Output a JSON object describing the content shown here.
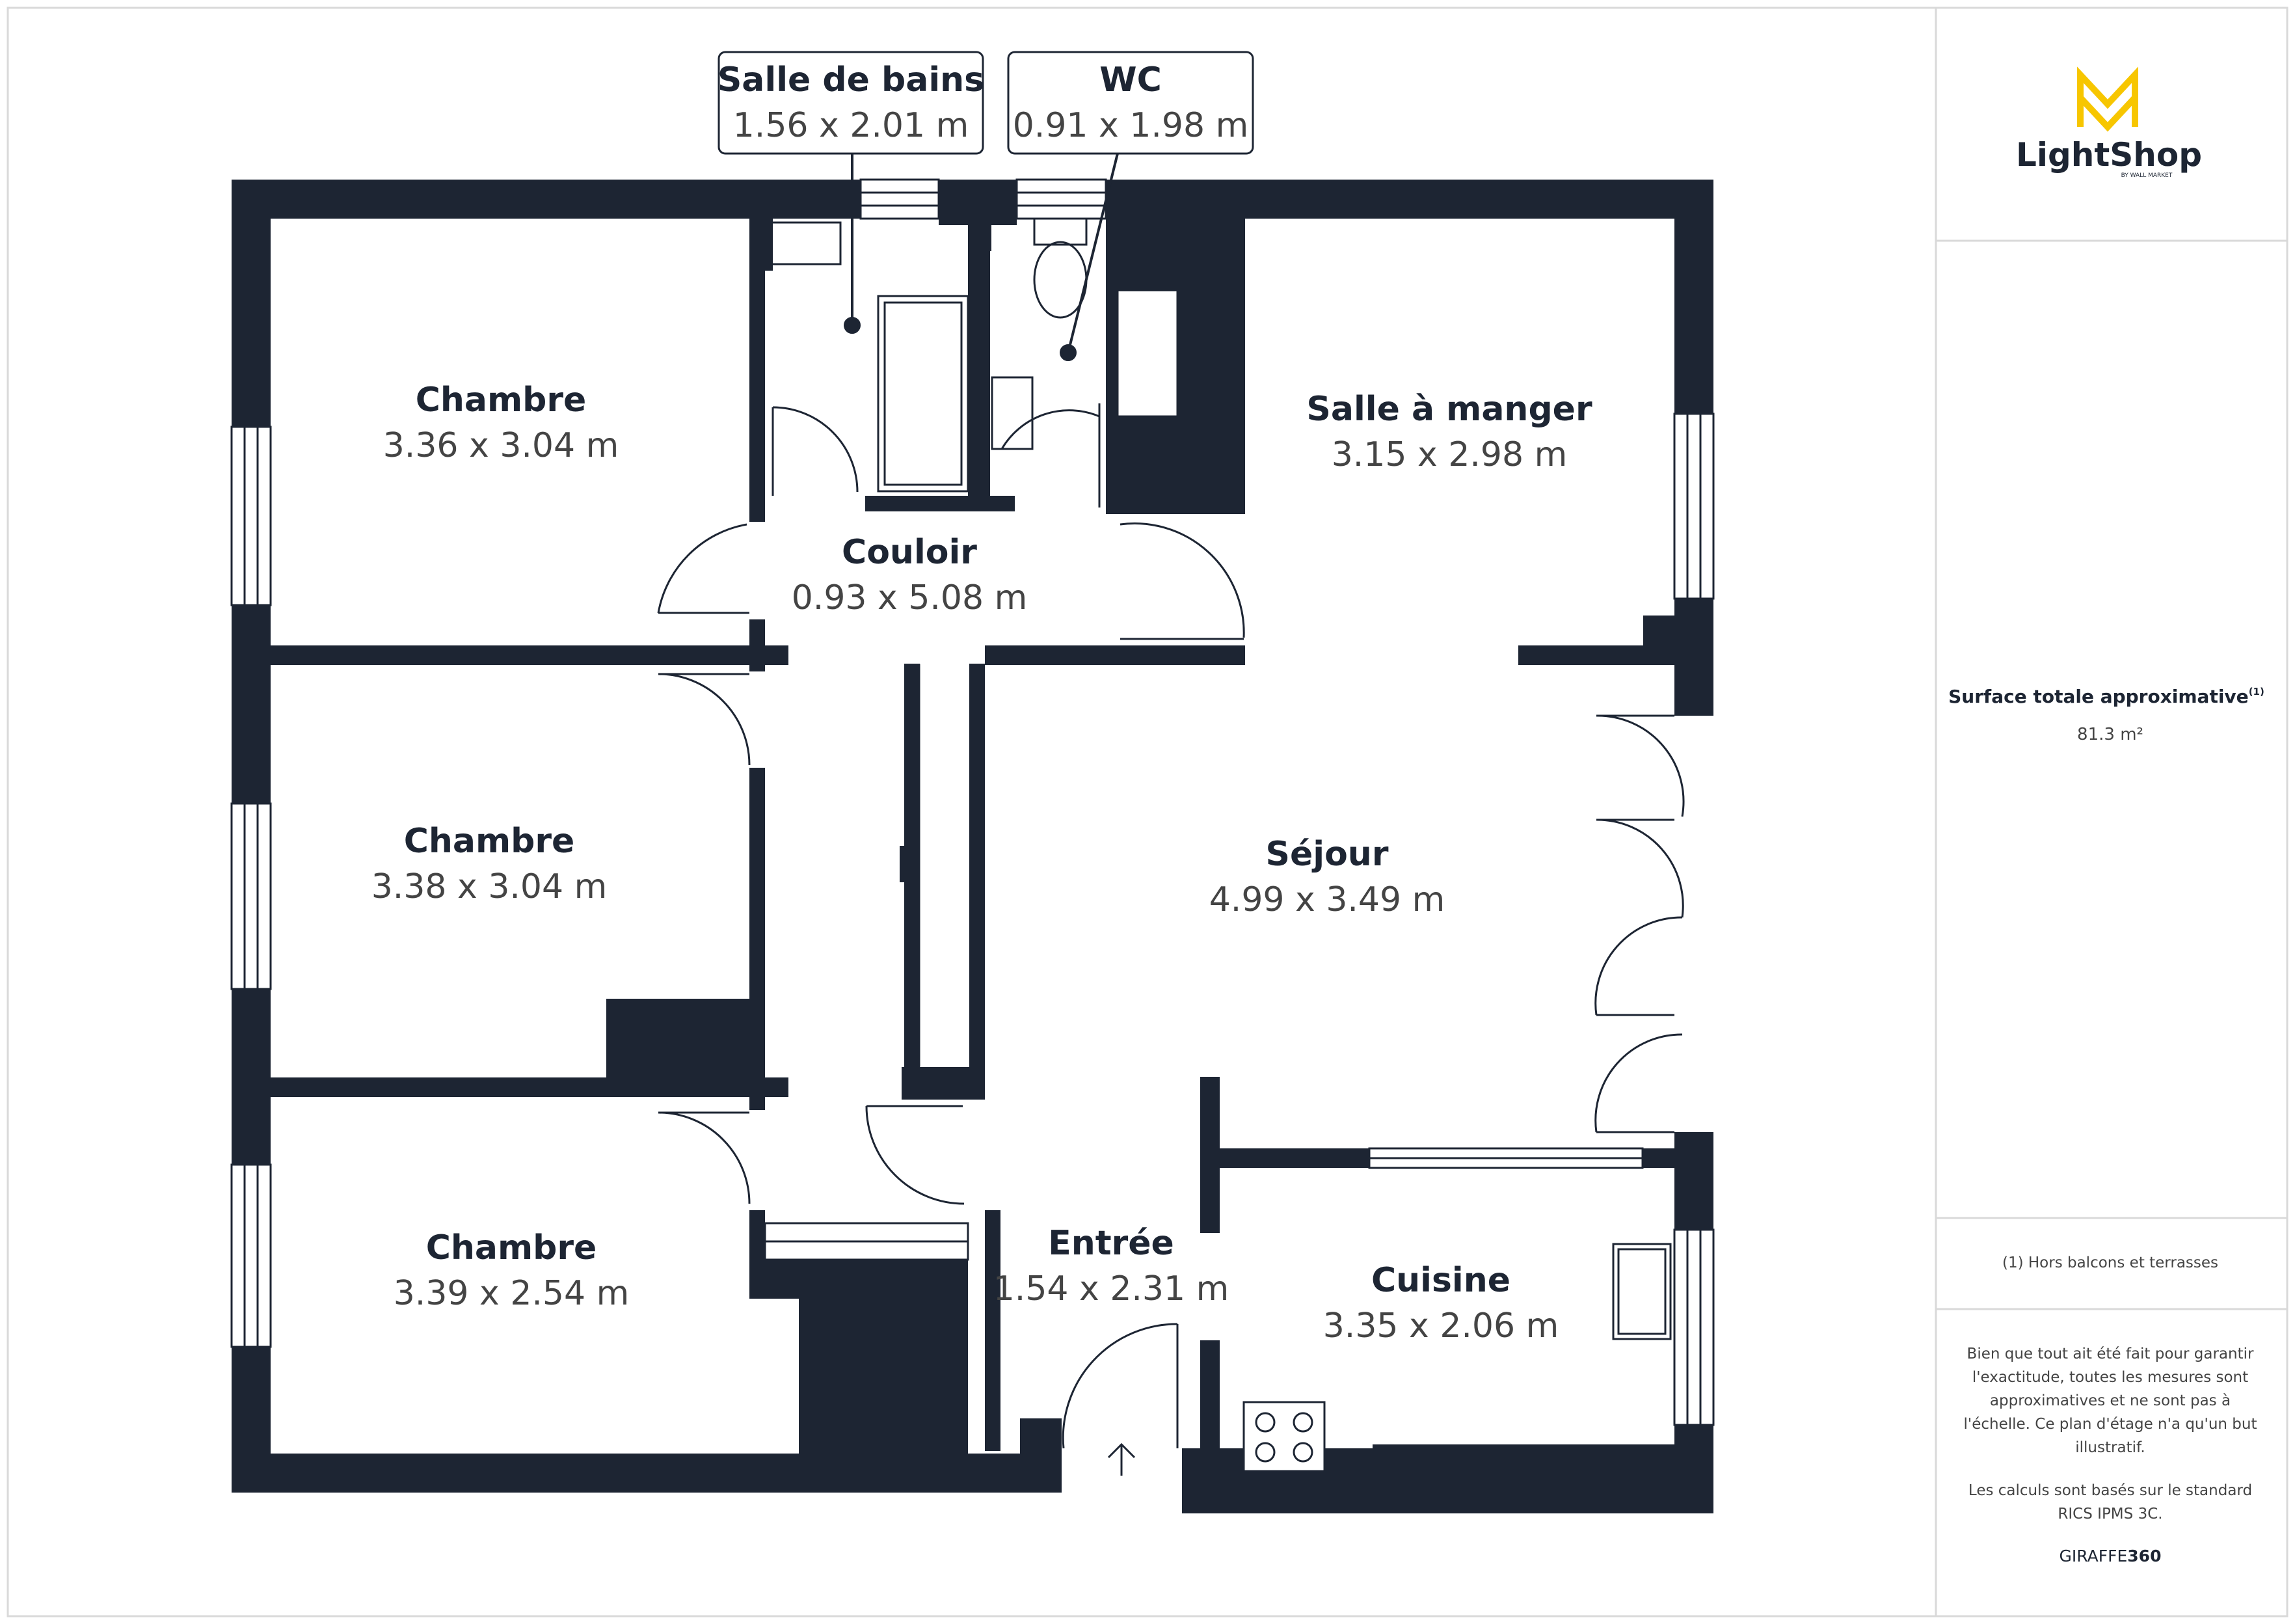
{
  "brand": {
    "name": "LightShop",
    "tagline": "BY WALL MARKET",
    "accent_color": "#f7c600",
    "icon": "lightshop-logo-icon"
  },
  "summary": {
    "area_label": "Surface totale approximative",
    "area_footnote_mark": "(1)",
    "area_value": "81.3 m²",
    "footnote": "(1) Hors balcons et terrasses"
  },
  "disclaimer": {
    "lines": [
      "Bien que tout ait été fait pour garantir",
      "l'exactitude, toutes les mesures sont",
      "approximatives et ne sont pas à",
      "l'échelle. Ce plan d'étage n'a qu'un but",
      "illustratif."
    ],
    "standard_lines": [
      "Les calculs sont basés sur le standard",
      "RICS IPMS 3C."
    ],
    "credit_prefix": "GIRAFFE",
    "credit_suffix": "360"
  },
  "rooms": [
    {
      "id": "chambre-1",
      "name": "Chambre",
      "dims": "3.36 x 3.04 m"
    },
    {
      "id": "chambre-2",
      "name": "Chambre",
      "dims": "3.38 x 3.04 m"
    },
    {
      "id": "chambre-3",
      "name": "Chambre",
      "dims": "3.39 x 2.54 m"
    },
    {
      "id": "salle-de-bains",
      "name": "Salle de bains",
      "dims": "1.56 x 2.01 m",
      "callout": true
    },
    {
      "id": "wc",
      "name": "WC",
      "dims": "0.91 x 1.98 m",
      "callout": true
    },
    {
      "id": "couloir",
      "name": "Couloir",
      "dims": "0.93 x 5.08 m"
    },
    {
      "id": "salle-a-manger",
      "name": "Salle à manger",
      "dims": "3.15 x 2.98 m"
    },
    {
      "id": "sejour",
      "name": "Séjour",
      "dims": "4.99 x 3.49 m"
    },
    {
      "id": "entree",
      "name": "Entrée",
      "dims": "1.54 x 2.31 m"
    },
    {
      "id": "cuisine",
      "name": "Cuisine",
      "dims": "3.35 x 2.06 m"
    }
  ],
  "colors": {
    "wall": "#1d2533",
    "window": "#ffffff",
    "line": "#1d2533",
    "frame": "#d9d9d9"
  }
}
